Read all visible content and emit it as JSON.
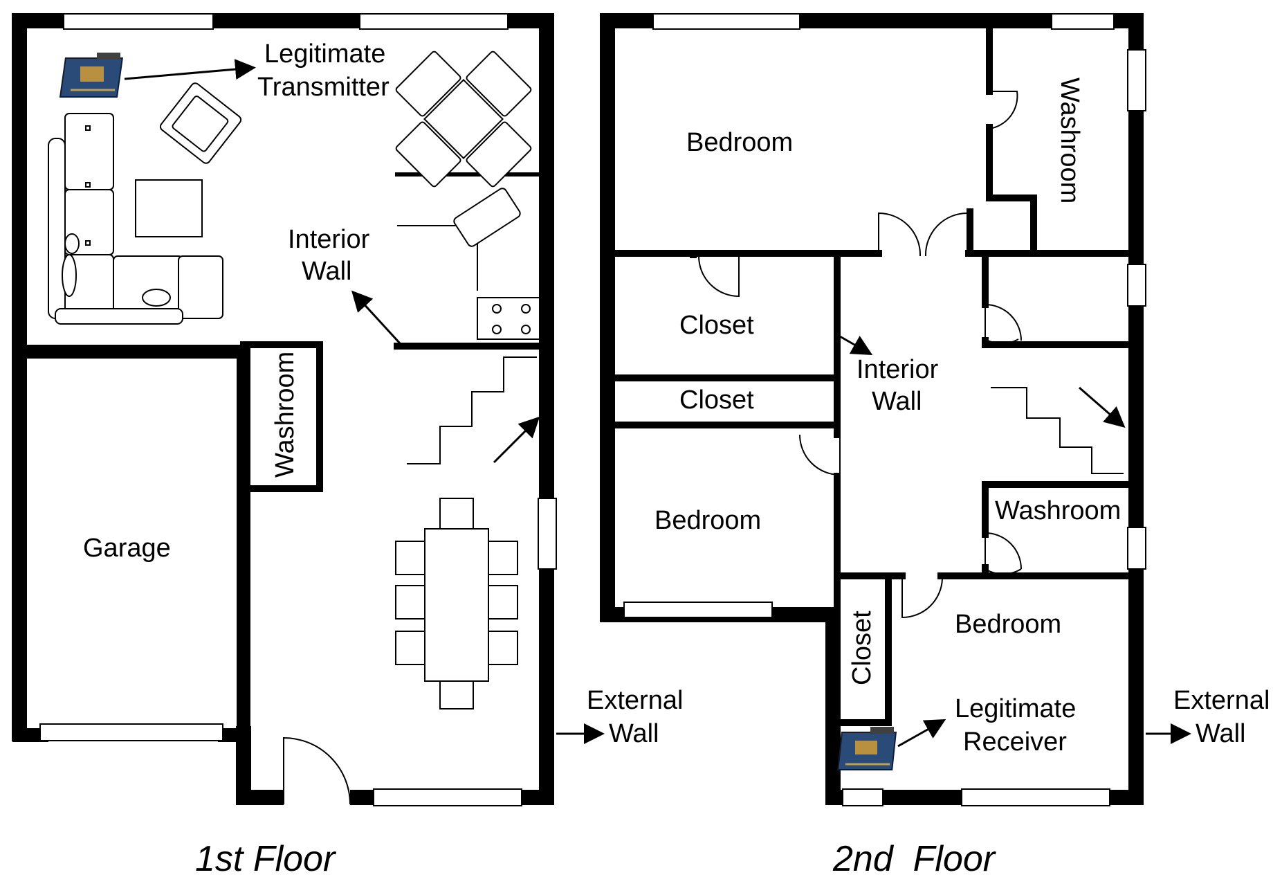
{
  "floors": [
    {
      "caption": "1st Floor",
      "labels": {
        "transmitter": [
          "Legitimate",
          "Transmitter"
        ],
        "interior_wall": [
          "Interior",
          "Wall"
        ],
        "washroom": "Washroom",
        "garage": "Garage",
        "external_wall": [
          "External",
          "Wall"
        ]
      }
    },
    {
      "caption": "2nd  Floor",
      "labels": {
        "bedroom_top": "Bedroom",
        "washroom_top": "Washroom",
        "closet_1": "Closet",
        "closet_2": "Closet",
        "interior_wall": [
          "Interior",
          "Wall"
        ],
        "bedroom_mid": "Bedroom",
        "washroom_mid": "Washroom",
        "closet_3": "Closet",
        "bedroom_bottom": "Bedroom",
        "receiver": [
          "Legitimate",
          "Receiver"
        ],
        "external_wall": [
          "External",
          "Wall"
        ]
      }
    }
  ]
}
